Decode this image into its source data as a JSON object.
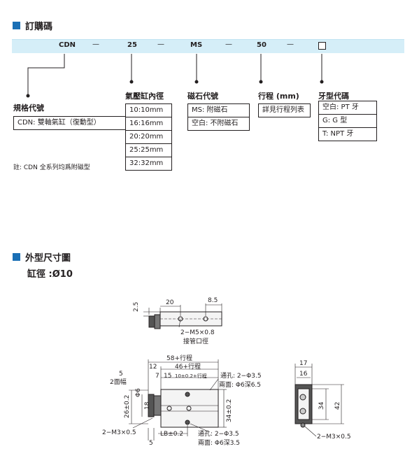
{
  "order": {
    "title": "訂購碼",
    "code": [
      "CDN",
      "25",
      "MS",
      "50"
    ],
    "dash": "—",
    "specs": {
      "series": {
        "title": "規格代號",
        "items": [
          "CDN: 雙軸氣缸（復動型）"
        ]
      },
      "bore": {
        "title": "氣壓缸內徑",
        "items": [
          "10:10mm",
          "16:16mm",
          "20:20mm",
          "25:25mm",
          "32:32mm"
        ]
      },
      "magnet": {
        "title": "磁石代號",
        "items": [
          "MS: 附磁石",
          "空白: 不附磁石"
        ]
      },
      "stroke": {
        "title": "行程 (mm)",
        "items": [
          "詳見行程列表"
        ]
      },
      "thread": {
        "title": "牙型代碼",
        "items": [
          "空白: PT 牙",
          "G: G 型",
          "T: NPT 牙"
        ]
      }
    },
    "note": "註: CDN 全系列均爲附磁型"
  },
  "dimensions": {
    "title": "外型尺寸圖",
    "subtitle": "缸徑 :Ø10",
    "top_view": {
      "d1": "2.5",
      "d2": "20",
      "d3": "8.5",
      "port": "2−M5×0.8",
      "port_note": "接管口徑"
    },
    "front_view": {
      "total": "58+行程",
      "body": "46+行程",
      "d12": "12",
      "d7": "7",
      "d15": "15",
      "slot": "10±0.2+行程",
      "d5": "5",
      "face2": "2面幅",
      "phi6": "Φ6",
      "h18": "18",
      "h26": "26±0.2",
      "h34": "34±0.2",
      "m3": "2−M3×0.5",
      "b5": "5",
      "lb": "LB±0.2",
      "hole_top1": "通孔: 2−Φ3.5",
      "hole_top2": "兩面: Φ6深6.5",
      "hole_bot1": "通孔: 2−Φ3.5",
      "hole_bot2": "兩面: Φ6深3.5"
    },
    "side_view": {
      "w17": "17",
      "w16": "16",
      "h34": "34",
      "h42": "42",
      "m3": "2−M3×0.5"
    }
  },
  "colors": {
    "accent": "#1a6fb5",
    "bar": "#d5eef8"
  }
}
